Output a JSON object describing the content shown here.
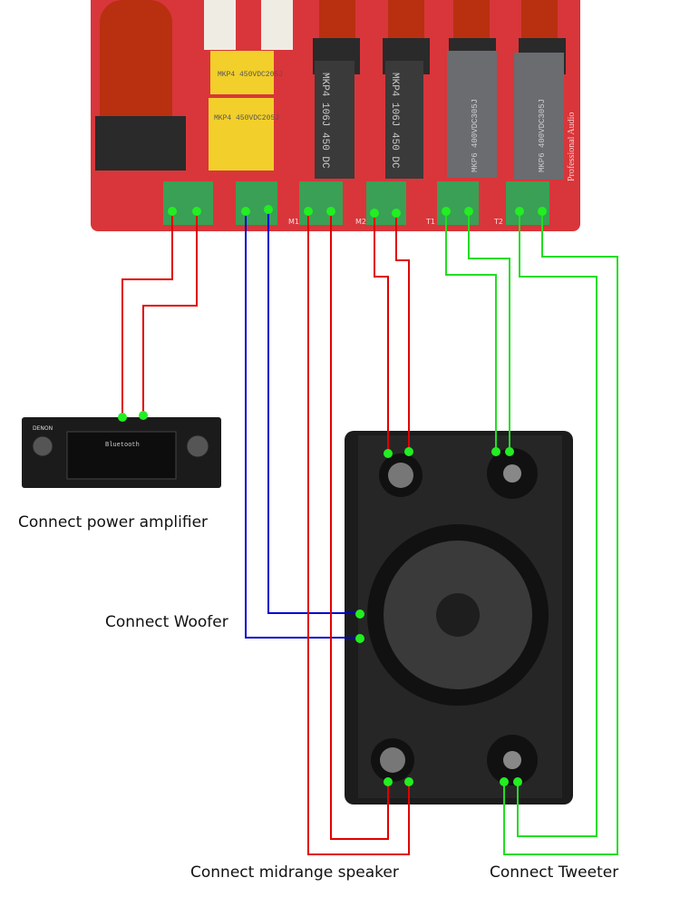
{
  "labels": {
    "amplifier": "Connect power amplifier",
    "woofer": "Connect Woofer",
    "midrange": "Connect midrange speaker",
    "tweeter": "Connect Tweeter"
  },
  "board": {
    "cap_yellow": "MKP4 450VDC205J",
    "cap_mkp4_a": "MKP4 106J 450 DC",
    "cap_mkp4_b": "MKP4 106J 450 DC",
    "cap_mkp6_a": "MKP6 400VDC305J",
    "cap_mkp6_b": "MKP6 400VDC305J",
    "brand": "Professional Audio",
    "terminals": [
      "M1",
      "M2",
      "T1",
      "T2"
    ]
  },
  "amplifier": {
    "brand": "DENON",
    "display": "Bluetooth"
  },
  "colors": {
    "power": "#e00000",
    "woofer": "#0000cc",
    "midrange": "#e00000",
    "tweeter": "#22dd22",
    "board": "#d8363a"
  }
}
